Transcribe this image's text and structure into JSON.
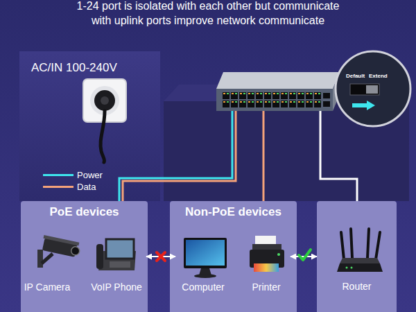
{
  "diagram": {
    "title": "1-24 port is isolated with each other but communicate with uplink ports improve network communicate",
    "nodes": [
      {
        "text": [
          "PoE devices"
        ]
      },
      {
        "text": [
          "IP Camera"
        ],
        "in": 0
      },
      {
        "text": [
          "VoIP Phone"
        ],
        "in": 0
      },
      {
        "text": [
          "Non-PoE devices"
        ]
      },
      {
        "text": [
          "Computer"
        ],
        "in": 3
      },
      {
        "text": [
          "Printer"
        ],
        "in": 3
      },
      {
        "text": [
          "Router"
        ]
      }
    ],
    "edges": [
      {
        "from": 2,
        "to": 4,
        "arrow": "both"
      },
      {
        "from": 5,
        "to": 6,
        "arrow": "both"
      }
    ],
    "labels": [
      "AC/IN 100-240V",
      "Default",
      "Extend"
    ],
    "legend": [
      {
        "text": "Power",
        "color": "#3ee6ee"
      },
      {
        "text": "Data",
        "color": "#f4a27a"
      }
    ]
  }
}
